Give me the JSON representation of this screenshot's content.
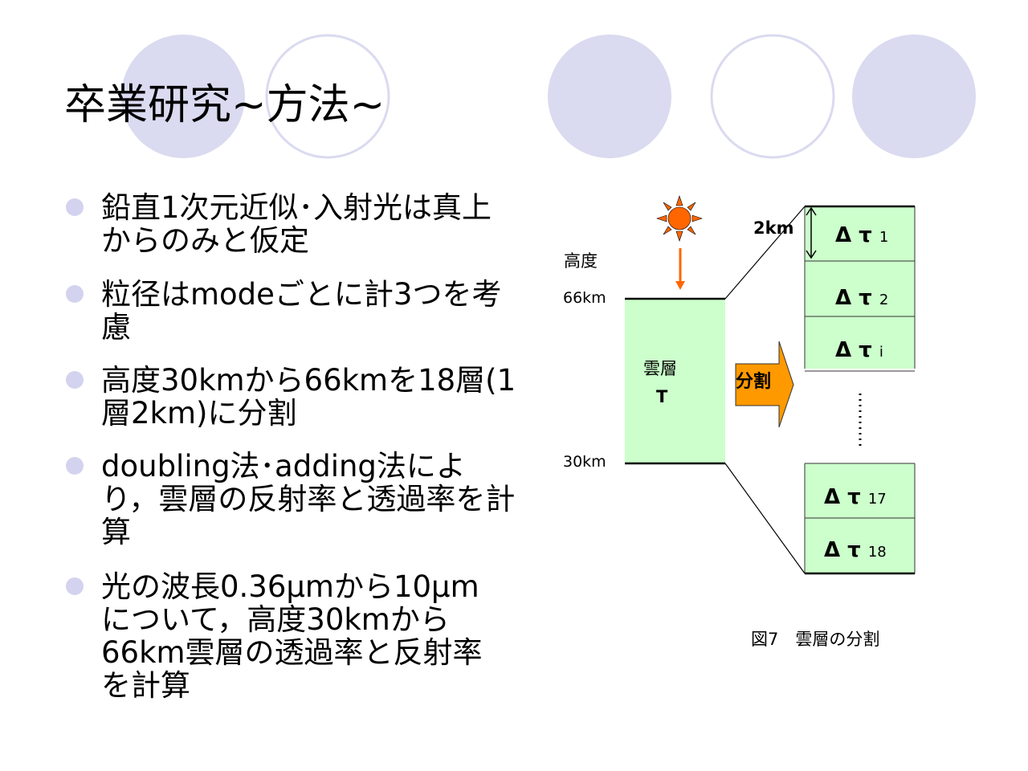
{
  "title": "卒業研究~方法~",
  "bullets": [
    "鉛直1次元近似･入射光は真上からのみと仮定",
    "粒径はmodeごとに計3つを考慮",
    "高度30kmから66kmを18層(1層2km)に分割",
    "doubling法･adding法により，雲層の反射率と透過率を計算",
    "光の波長0.36μmから10μmについて，高度30kmから66km雲層の透過率と反射率を計算"
  ],
  "diagram": {
    "altitude_label": "高度",
    "top_label": "66km",
    "bottom_label": "30km",
    "cloud_label": "雲層",
    "cloud_symbol": "T",
    "split_label": "分割",
    "layer_thickness": "2km",
    "layers": [
      {
        "prefix": "Δ τ",
        "sub": "1"
      },
      {
        "prefix": "Δ τ",
        "sub": "2"
      },
      {
        "prefix": "Δ τ",
        "sub": "i"
      },
      {
        "prefix": "Δ τ",
        "sub": "17"
      },
      {
        "prefix": "Δ τ",
        "sub": "18"
      }
    ],
    "caption": "図7　雲層の分割"
  },
  "colors": {
    "circle": "#d9d9ef",
    "layer": "#ccffcc",
    "arrow": "#ff9900",
    "sun": "#ff6600"
  }
}
